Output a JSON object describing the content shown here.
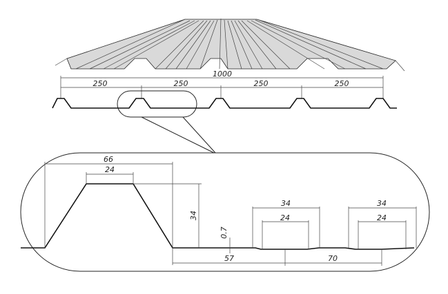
{
  "drawing": {
    "overall_width": "1000",
    "pitch_labels": [
      "250",
      "250",
      "250",
      "250"
    ],
    "detail": {
      "rib_base_width": "66",
      "rib_top_width": "24",
      "rib_height": "34",
      "thickness": "0.7",
      "stiffener_outer_width_1": "34",
      "stiffener_inner_width_1": "24",
      "stiffener_outer_width_2": "34",
      "stiffener_inner_width_2": "24",
      "offset_to_stiffener": "57",
      "stiffener_spacing": "70"
    }
  }
}
